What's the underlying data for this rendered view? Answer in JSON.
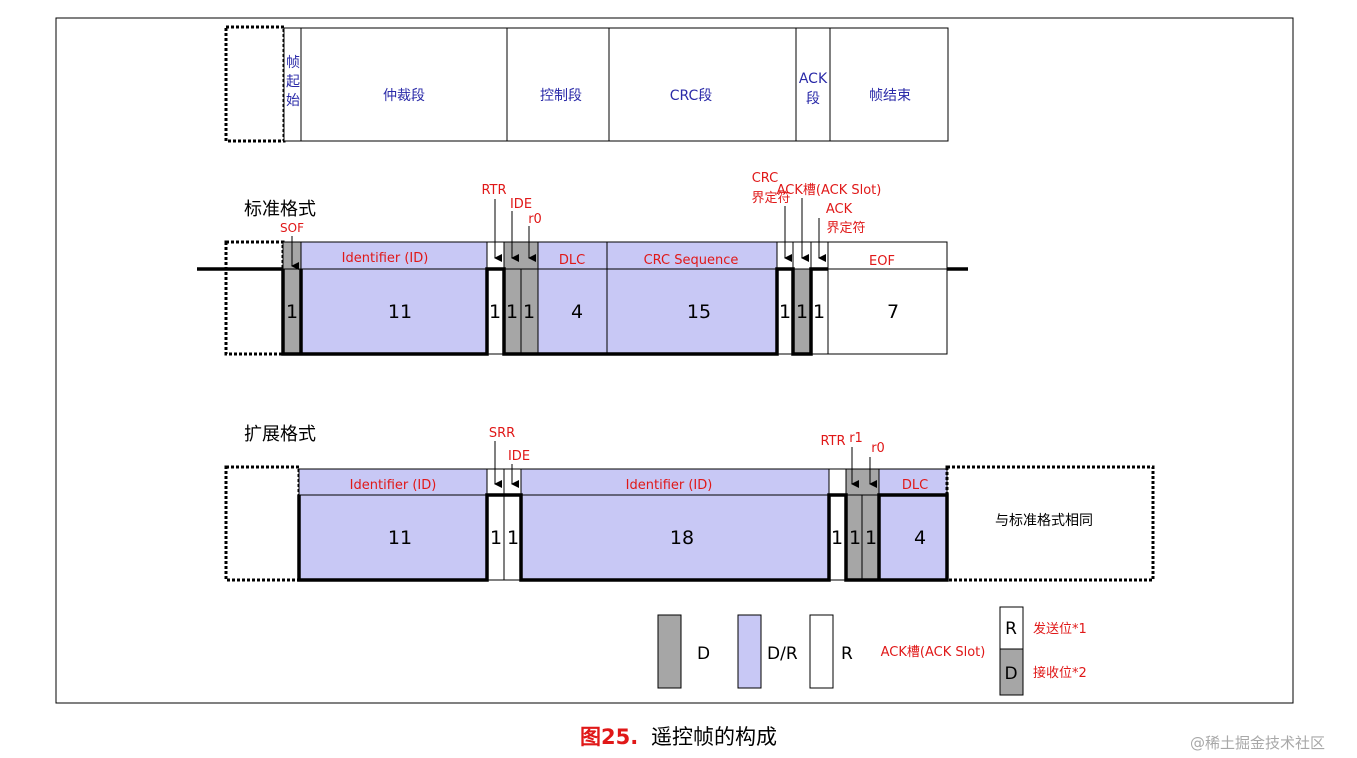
{
  "top_row": {
    "sof_label": [
      "帧",
      "起",
      "始"
    ],
    "arbitration": "仲裁段",
    "control": "控制段",
    "crc": "CRC段",
    "ack_label": [
      "ACK",
      "段"
    ],
    "eof": "帧结束"
  },
  "standard": {
    "title": "标准格式",
    "labels": {
      "sof": "SOF",
      "identifier": "Identifier (ID)",
      "rtr": "RTR",
      "ide": "IDE",
      "r0": "r0",
      "dlc": "DLC",
      "crc_sequence": "CRC Sequence",
      "crc_delim": [
        "CRC",
        "界定符"
      ],
      "ack_slot": "ACK槽(ACK Slot)",
      "ack_delim": [
        "ACK",
        "界定符"
      ],
      "eof": "EOF"
    },
    "bits": {
      "sof": "1",
      "id": "11",
      "rtr": "1",
      "ide": "1",
      "r0": "1",
      "dlc": "4",
      "crc": "15",
      "crc_delim": "1",
      "ack_slot": "1",
      "ack_delim": "1",
      "eof": "7"
    }
  },
  "extended": {
    "title": "扩展格式",
    "labels": {
      "identifier_a": "Identifier (ID)",
      "srr": "SRR",
      "ide": "IDE",
      "identifier_b": "Identifier (ID)",
      "rtr": "RTR",
      "r1": "r1",
      "r0": "r0",
      "dlc": "DLC",
      "same": "与标准格式相同"
    },
    "bits": {
      "id_a": "11",
      "srr": "1",
      "ide": "1",
      "id_b": "18",
      "rtr": "1",
      "r1": "1",
      "r0": "1",
      "dlc": "4"
    }
  },
  "legend": {
    "d": "D",
    "dr": "D/R",
    "r": "R",
    "ack_slot": "ACK槽(ACK Slot)",
    "send_box": "R",
    "send_label": "发送位*1",
    "recv_box": "D",
    "recv_label": "接收位*2"
  },
  "caption": {
    "figure": "图25.",
    "text": "遥控帧的构成"
  },
  "watermark": "@稀土掘金技术社区",
  "colors": {
    "dominant": "#a6a6a6",
    "dominant_or_recessive": "#c8c8f5",
    "recessive": "#ffffff",
    "label_red": "#e01818",
    "label_blue": "#2a2aa8"
  }
}
